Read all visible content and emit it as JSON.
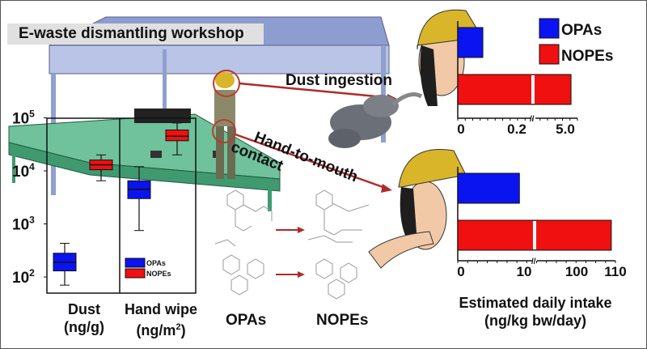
{
  "title": "E-waste dismantling workshop",
  "pathways": {
    "ingestion": "Dust ingestion",
    "hand_to_mouth_line1": "Hand-to-mouth",
    "hand_to_mouth_line2": "contact"
  },
  "compounds": {
    "opas": "OPAs",
    "nopes": "NOPEs"
  },
  "colors": {
    "opas": "#0a14f0",
    "nopes": "#f01010",
    "conveyor": "#5fb58f",
    "frame": "#8fa0cf",
    "helmet": "#d9b52a"
  },
  "chart_data": [
    {
      "type": "box",
      "yscale": "log",
      "ylim": [
        50,
        100000
      ],
      "ytick_labels": [
        {
          "base": "10",
          "exp": "2",
          "value": 100
        },
        {
          "base": "10",
          "exp": "3",
          "value": 1000
        },
        {
          "base": "10",
          "exp": "4",
          "value": 10000
        },
        {
          "base": "10",
          "exp": "5",
          "value": 100000
        }
      ],
      "groups": [
        {
          "label": "Dust",
          "unit": "(ng/g)",
          "unit_sup": ""
        },
        {
          "label": "Hand wipe",
          "unit": "(ng/m",
          "unit_sup": "2",
          "unit_end": ")"
        }
      ],
      "legend": [
        "OPAs",
        "NOPEs"
      ],
      "legend_placement": "bottom-right",
      "series": [
        {
          "name": "OPAs",
          "boxes": [
            {
              "min": 70,
              "q1": 130,
              "median": 190,
              "q3": 280,
              "max": 430
            },
            {
              "min": 750,
              "q1": 3000,
              "median": 4500,
              "q3": 6500,
              "max": 12000
            }
          ]
        },
        {
          "name": "NOPEs",
          "boxes": [
            {
              "min": 6500,
              "q1": 10500,
              "median": 13000,
              "q3": 16000,
              "max": 20000
            },
            {
              "min": 20000,
              "q1": 37000,
              "median": 45000,
              "q3": 59000,
              "max": 80000
            }
          ]
        }
      ]
    },
    {
      "type": "bar",
      "pathway": "Dust ingestion",
      "orientation": "horizontal",
      "axis_break": true,
      "tick_labels": [
        "0",
        "0.2",
        "5.0"
      ],
      "series": [
        {
          "name": "OPAs",
          "value": 0.085
        },
        {
          "name": "NOPEs",
          "value": 5.2
        }
      ],
      "legend": [
        "OPAs",
        "NOPEs"
      ],
      "legend_placement": "top-right"
    },
    {
      "type": "bar",
      "pathway": "Hand-to-mouth contact",
      "orientation": "horizontal",
      "axis_break": true,
      "tick_labels": [
        "0",
        "10",
        "100",
        "110"
      ],
      "series": [
        {
          "name": "OPAs",
          "value": 9.3
        },
        {
          "name": "NOPEs",
          "value": 108
        }
      ],
      "xlabel_line1": "Estimated daily intake",
      "xlabel_line2": "(ng/kg bw/day)"
    }
  ]
}
